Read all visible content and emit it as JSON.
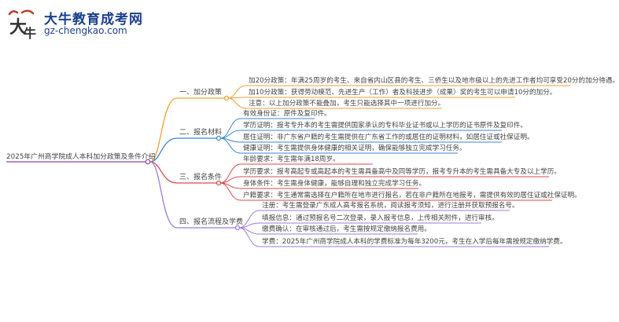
{
  "logo": {
    "title": "大牛教育成考网",
    "url": "gz-chengkao.com",
    "mark_icon": "bull-logo-icon"
  },
  "colors": {
    "b1": "#f0a030",
    "b2": "#3a86d6",
    "b3": "#d84a4a",
    "b4": "#9b7bd8",
    "root_line": "#8e44ad"
  },
  "mindmap": {
    "root": "2025年广州商学院成人本科加分政策及条件介绍",
    "branches": [
      {
        "label": "一、加分政策",
        "items": [
          "加20分政策：年满25周岁的考生、来自省内山区县的考生、三侨生以及地市级以上的先进工作者均可享受20分的加分待遇。",
          "加10分政策：获得劳动模范、先进生产（工作）者及科技进步（成果）奖的考生可以申请10分的加分。",
          "注意：以上加分政策不能叠加，考生只能选择其中一项进行加分。"
        ]
      },
      {
        "label": "二、报名材料",
        "items": [
          "有效身份证：原件及复印件。",
          "学历证明：报考专升本的考生需提供国家承认的专科毕业证书或以上学历的证书原件及复印件。",
          "居住证明：非广东省户籍的考生需提供在广东省工作的或居住的证明材料，如居住证或社保证明。",
          "健康证明：考生需提供身体健康的相关证明，确保能够独立完成学习任务。"
        ]
      },
      {
        "label": "三、报名条件",
        "items": [
          "年龄要求：考生需年满18周岁。",
          "学历要求：报考高起专或高起本的考生需具备高中及同等学历，报考专升本的考生需具备大专及以上学历。",
          "身体条件：考生需身体健康，能够自理和独立完成学习任务。",
          "户籍要求：考生通常需选择在户籍所在地市进行报名，若在非户籍所在地报考，需提供有效的居住证或社保证明。"
        ]
      },
      {
        "label": "四、报名流程及学费",
        "items": [
          "注册：考生需登录广东成人高考报名系统，阅读报考须知，进行注册并获取预报名号。",
          "填报信息：通过预报名号二次登录，录入报考信息，上传相关附件，进行审核。",
          "缴费确认：在审核通过后，考生需按规定缴纳报名费用。",
          "学费：2025年广州商学院成人本科的学费标准为每年3200元，考生在入学后每年需按规定缴纳学费。"
        ]
      }
    ]
  }
}
